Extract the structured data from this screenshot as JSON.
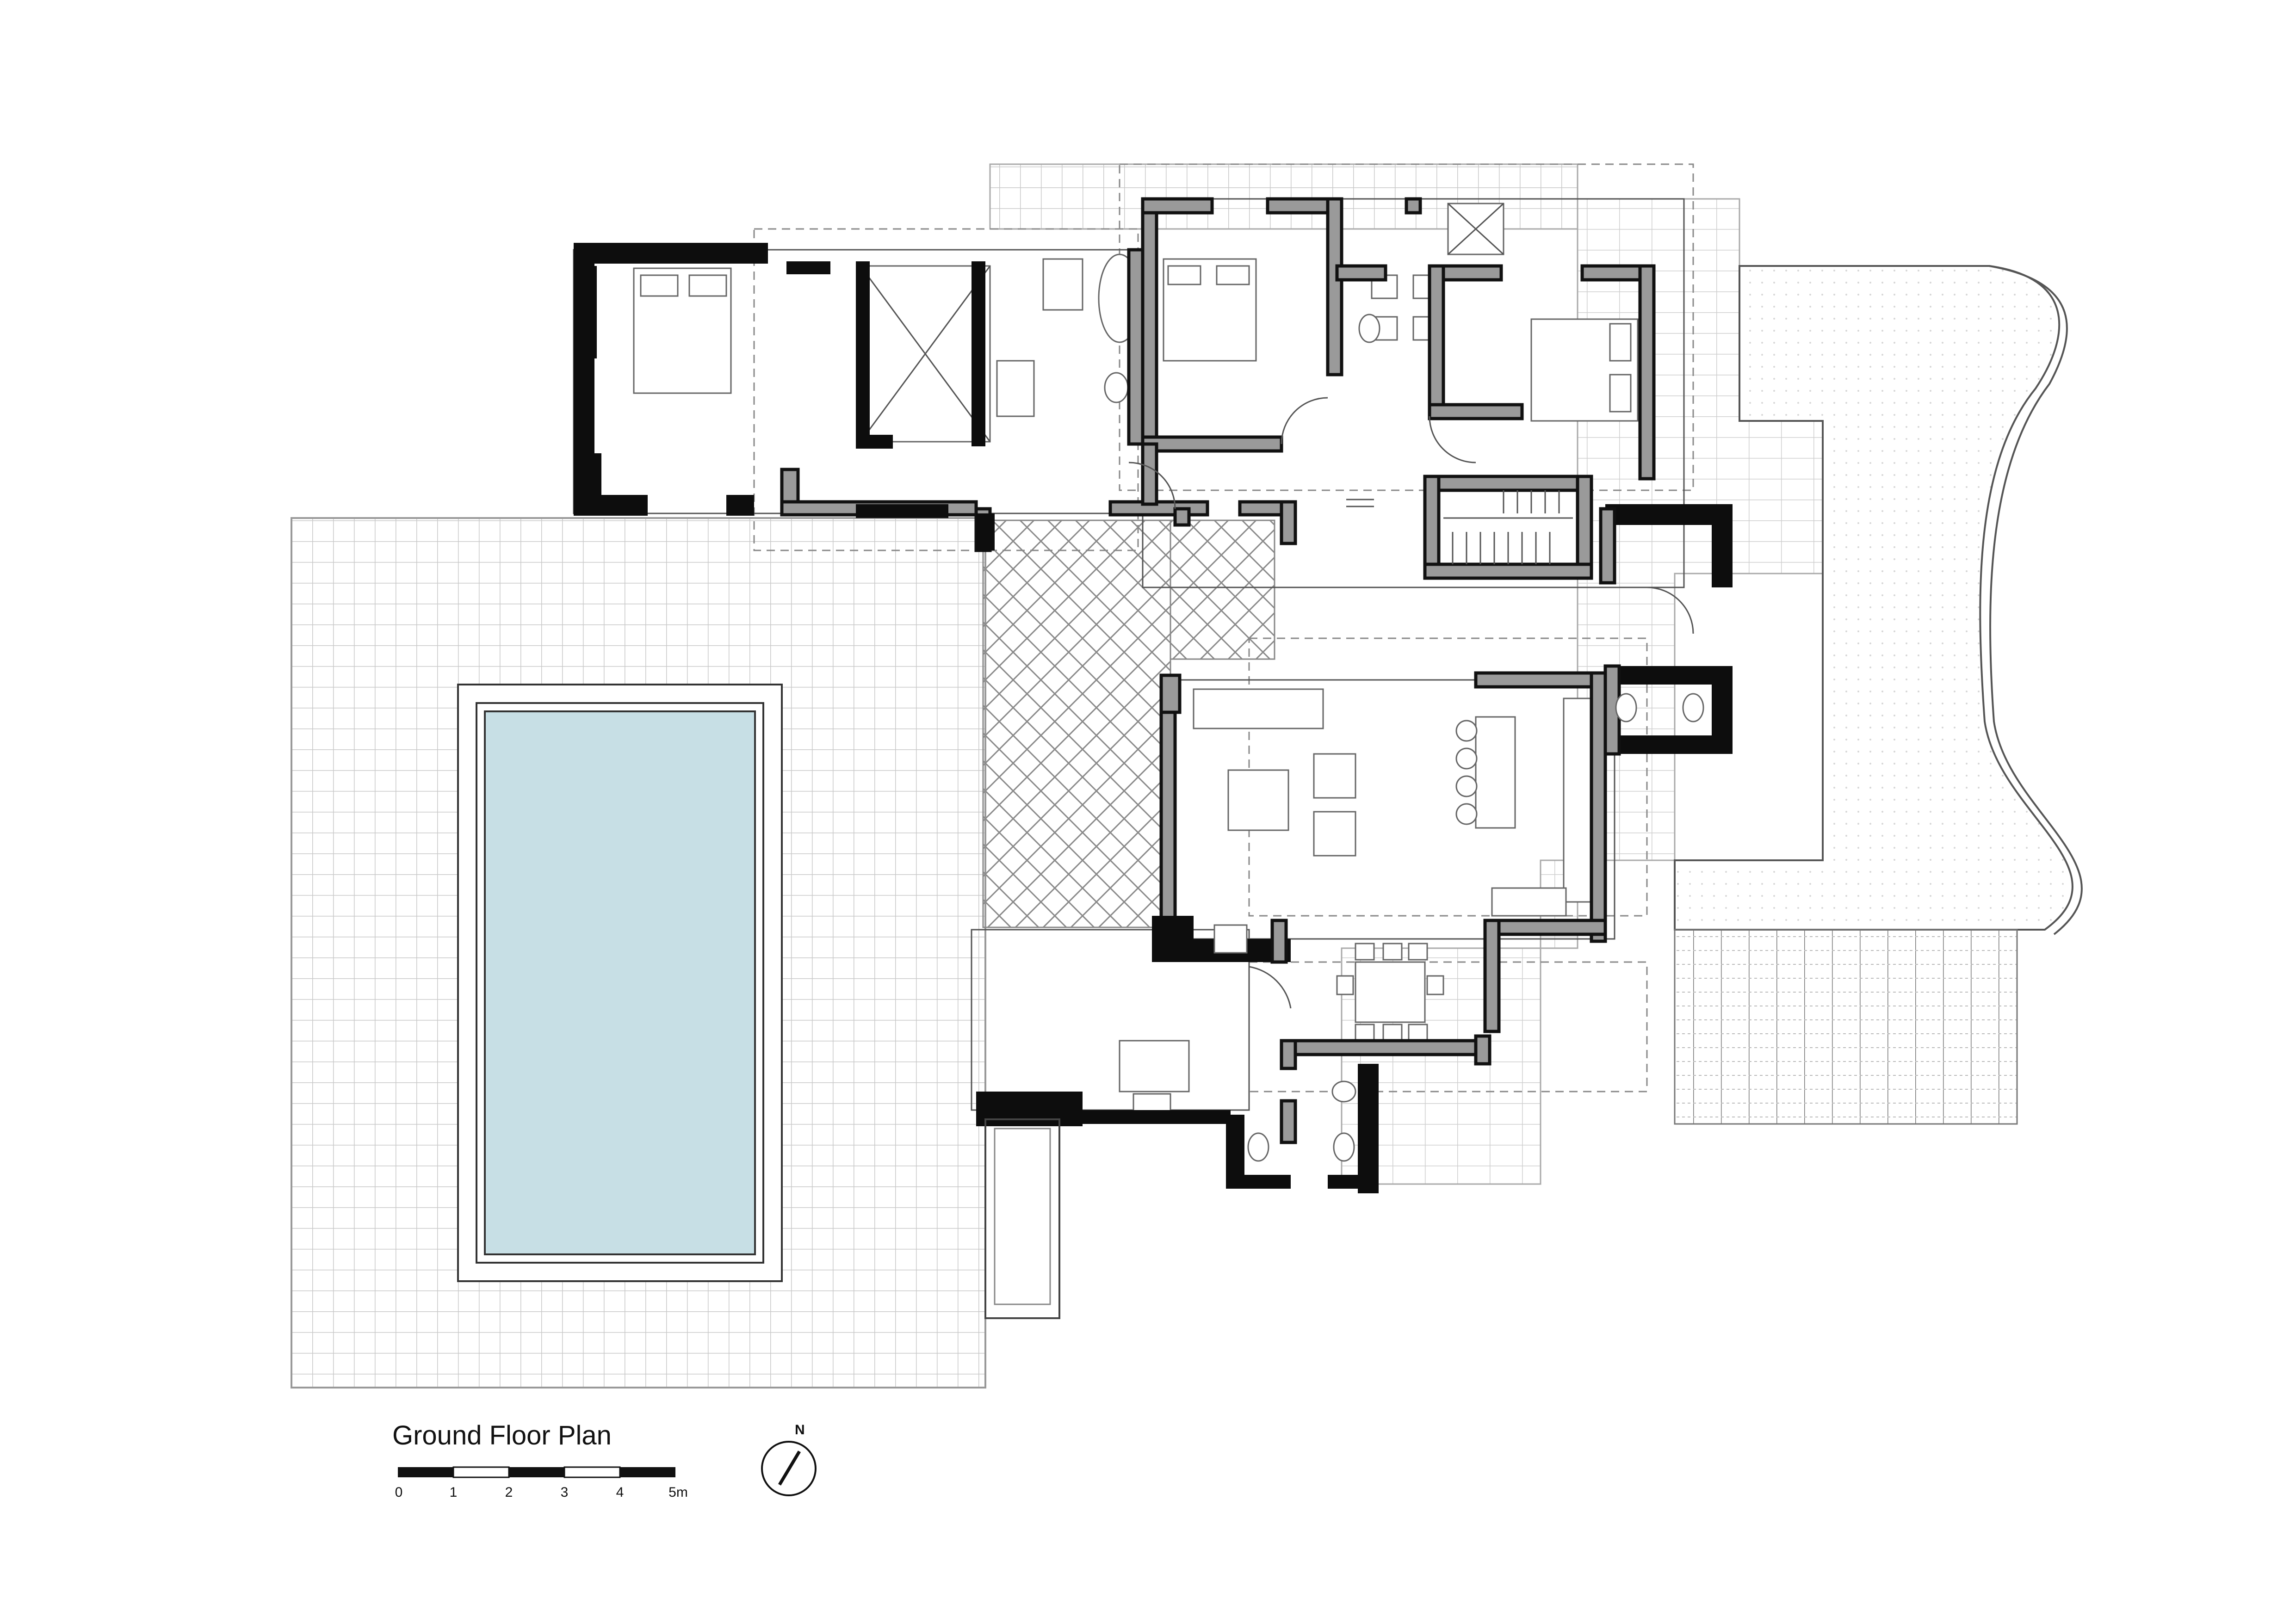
{
  "drawing": {
    "title": "Ground Floor Plan",
    "north_label": "N",
    "scale_labels": [
      "0",
      "1",
      "2",
      "3",
      "4",
      "5m"
    ]
  },
  "colors": {
    "pool_water": "#c7dfe5",
    "wall_solid": "#0d0d0d",
    "wall_grey": "#9a9a9a",
    "grid_line": "#c9c9c9",
    "line": "#555555"
  }
}
